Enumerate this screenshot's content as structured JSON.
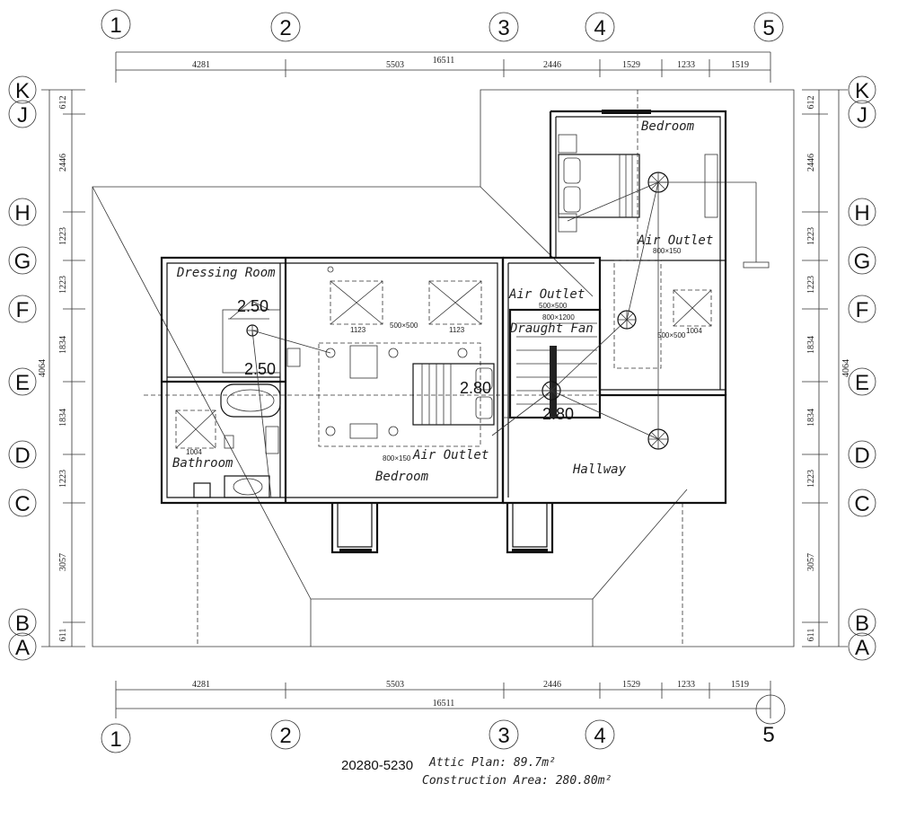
{
  "grid_columns": [
    "1",
    "2",
    "3",
    "4",
    "5"
  ],
  "grid_rows": [
    "K",
    "J",
    "H",
    "G",
    "F",
    "E",
    "D",
    "C",
    "B",
    "A"
  ],
  "horizontal_dims": {
    "segments": [
      "4281",
      "5503",
      "2446",
      "1529",
      "1233",
      "1519"
    ],
    "total": "16511"
  },
  "vertical_dims": {
    "segments": [
      "612",
      "2446",
      "1223",
      "1223",
      "1834",
      "1834",
      "1223",
      "3057",
      "611"
    ],
    "total": "4064"
  },
  "rooms": {
    "dressing_room": "Dressing Room",
    "bathroom": "Bathroom",
    "bedroom_center": "Bedroom",
    "bedroom_right": "Bedroom",
    "hallway": "Hallway",
    "air_outlet_top": "Air Outlet",
    "air_outlet_right": "Air Outlet",
    "air_outlet_center": "Air Outlet",
    "draught_fan": "Draught Fan"
  },
  "levels": {
    "dressing": "2.50",
    "bathroom": "2.50",
    "bedroom": "2.80",
    "hallway": "2.80"
  },
  "annotations": {
    "vent_a": "500×500",
    "vent_b": "500×500",
    "vent_c": "800×1200",
    "vent_d": "500×500",
    "vent_e": "800×150",
    "vent_f": "800×150",
    "dim_1123a": "1123",
    "dim_1123b": "1123",
    "dim_1004a": "1004",
    "dim_1004b": "1004"
  },
  "captions": {
    "code": "20280-5230",
    "attic_plan": "Attic Plan: 89.7m²",
    "construction_area": "Construction Area: 280.80m²"
  }
}
